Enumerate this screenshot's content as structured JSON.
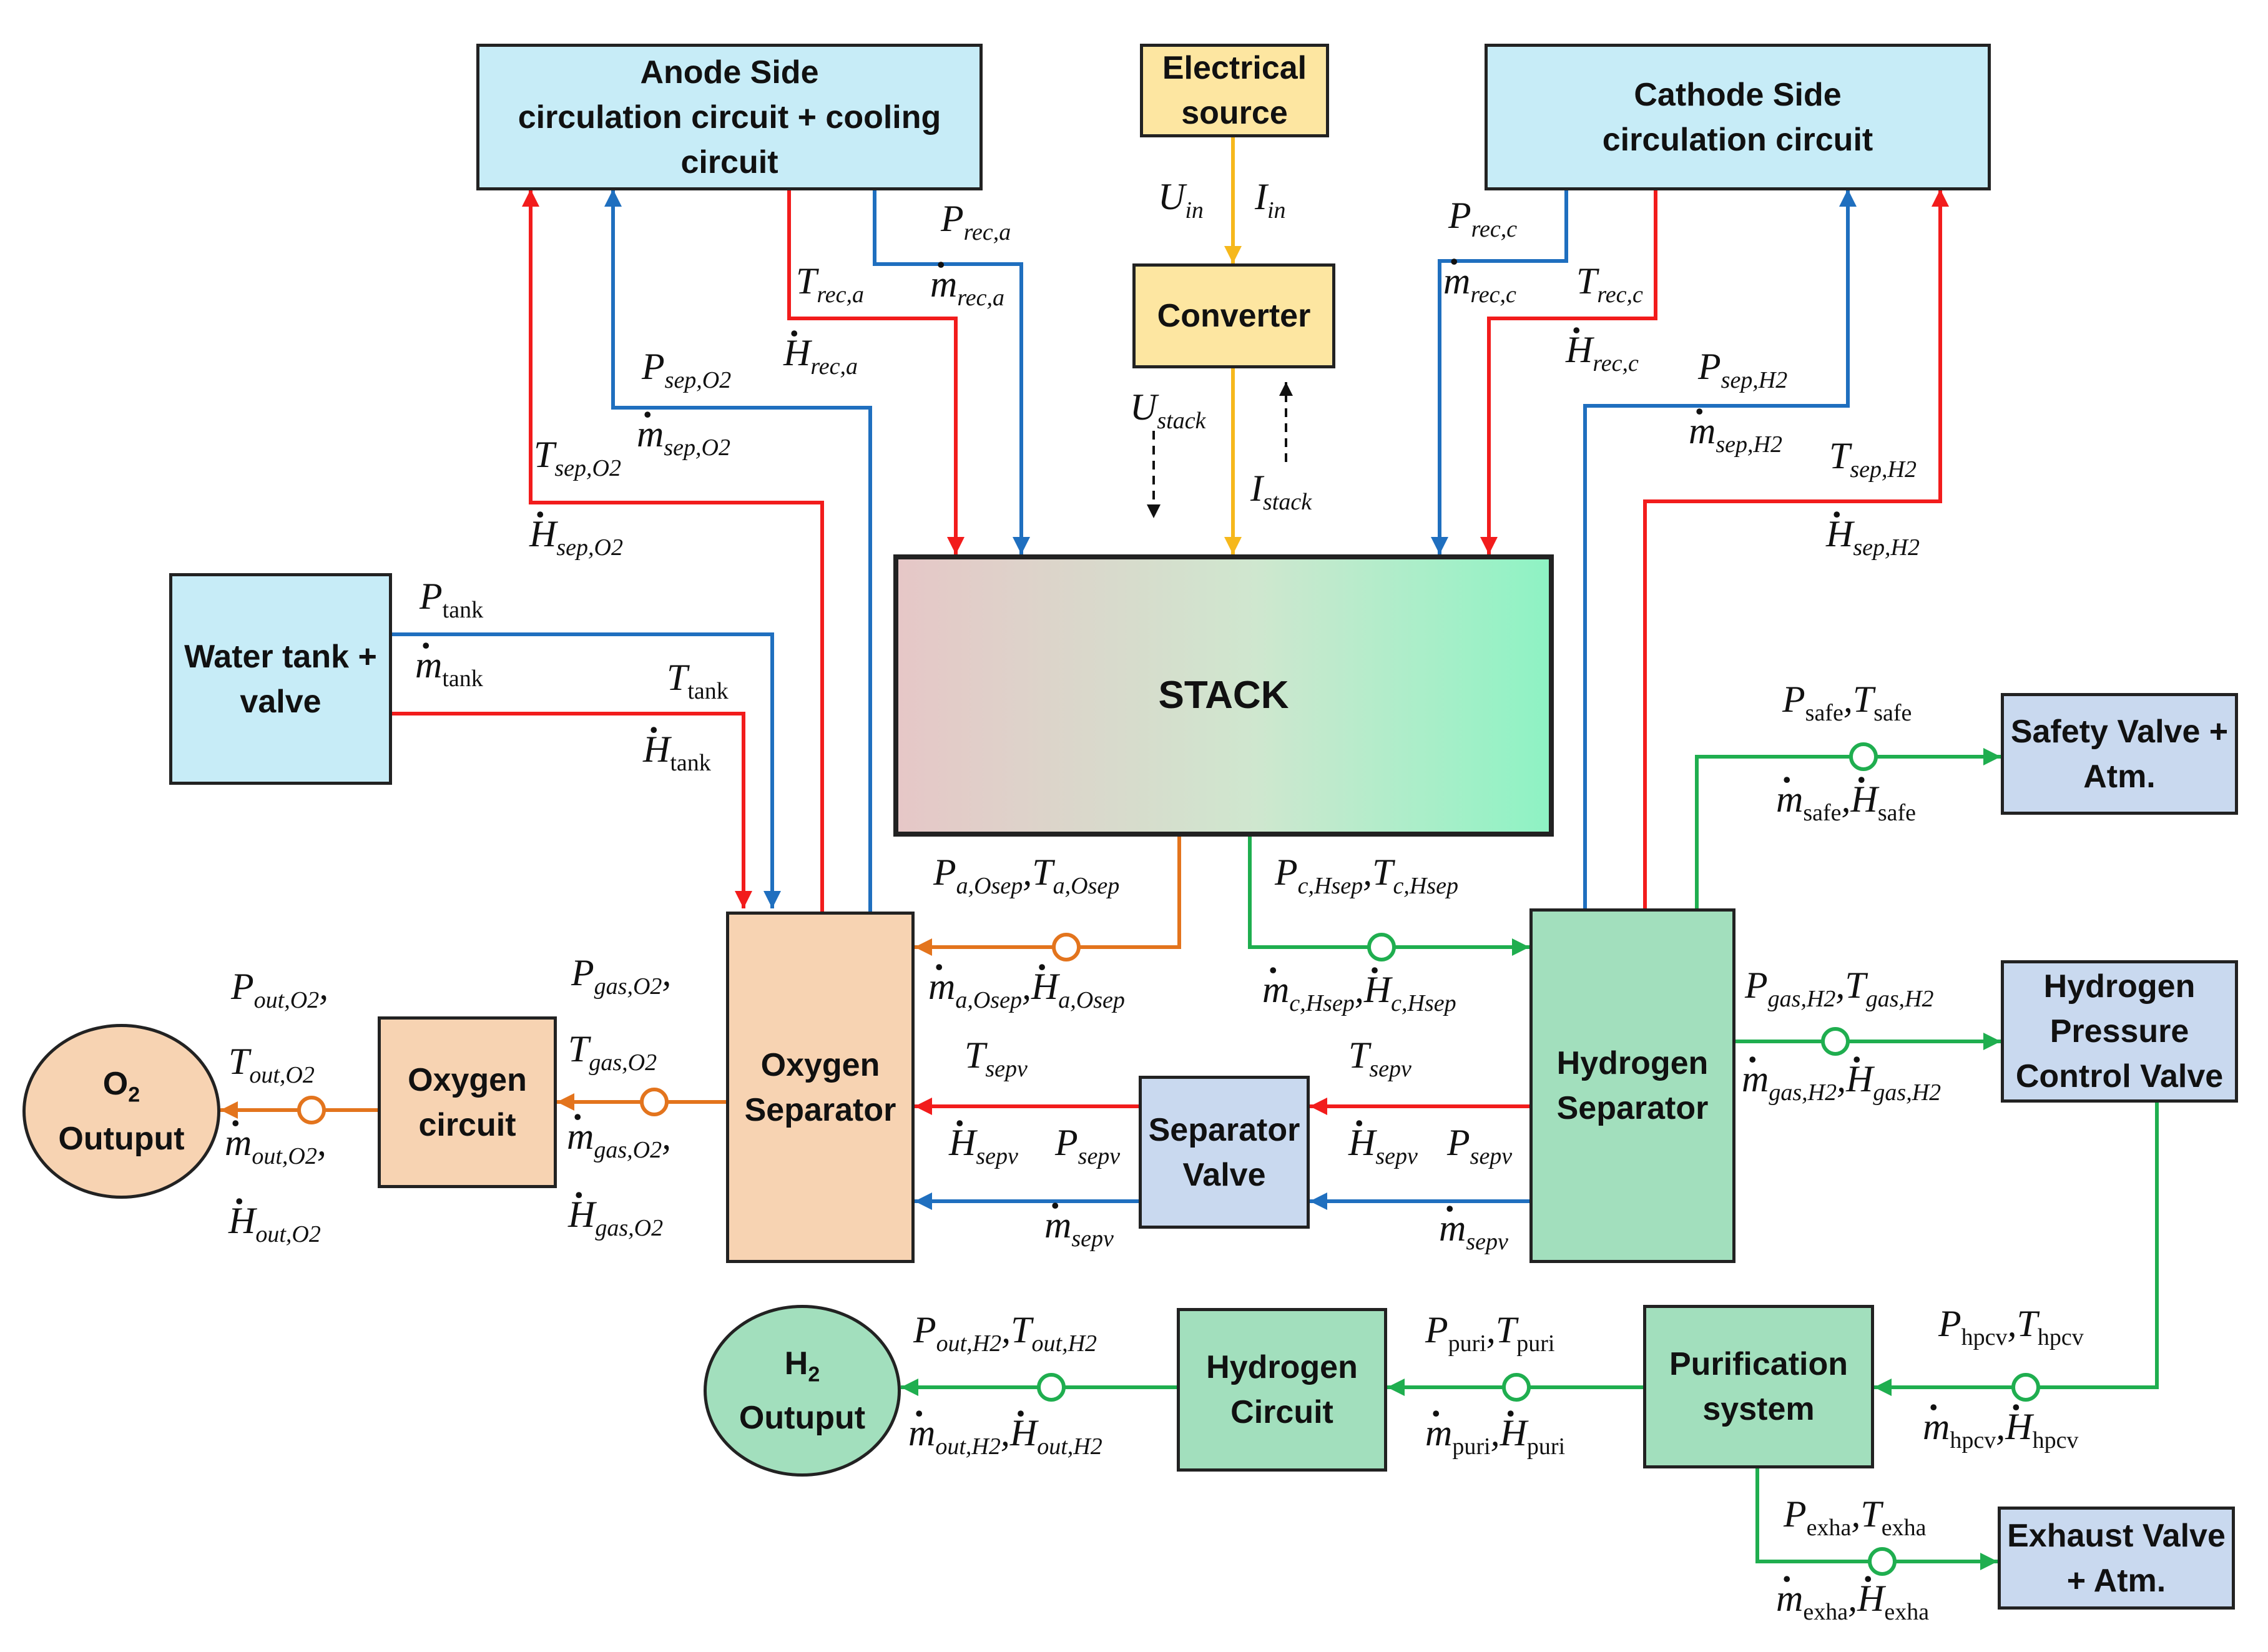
{
  "boxes": {
    "anode": "Anode Side\ncirculation circuit + cooling\ncircuit",
    "electrical": "Electrical\nsource",
    "cathode": "Cathode Side\ncirculation circuit",
    "converter": "Converter",
    "stack": "STACK",
    "water_tank": "Water tank +\nvalve",
    "safety_valve": "Safety Valve +\nAtm.",
    "hpcv": "Hydrogen\nPressure\nControl Valve",
    "oxygen_separator": "Oxygen\nSeparator",
    "hydrogen_separator": "Hydrogen\nSeparator",
    "oxygen_circuit": "Oxygen\ncircuit",
    "o2_output": "Outuput",
    "o2_symbol": "O",
    "o2_sub": "2",
    "separator_valve": "Separator\nValve",
    "h2_output": "Outuput",
    "h2_symbol": "H",
    "h2_sub": "2",
    "hydrogen_circuit": "Hydrogen\nCircuit",
    "purification": "Purification\nsystem",
    "exhaust_valve": "Exhaust Valve\n+ Atm."
  },
  "labels": {
    "P": "P",
    "T": "T",
    "H": "H",
    "m": "m",
    "U": "U",
    "I": "I",
    "comma": ",",
    "in": "in",
    "stack": "stack",
    "rec_a": "rec,a",
    "rec_c": "rec,c",
    "sep_O2": "sep,O2",
    "sep_H2": "sep,H2",
    "tank": "tank",
    "safe": "safe",
    "a_Osep": "a,Osep",
    "c_Hsep": "c,Hsep",
    "gas_H2": "gas,H2",
    "gas_O2": "gas,O2",
    "out_O2": "out,O2",
    "out_H2": "out,H2",
    "sepv": "sepv",
    "puri": "puri",
    "hpcv": "hpcv",
    "exha": "exha"
  },
  "colors": {
    "red": "#f21c1c",
    "blue": "#1f6fbf",
    "orange": "#e3741d",
    "green": "#1fae4f",
    "yellow": "#f6b81c",
    "black": "#111111"
  }
}
